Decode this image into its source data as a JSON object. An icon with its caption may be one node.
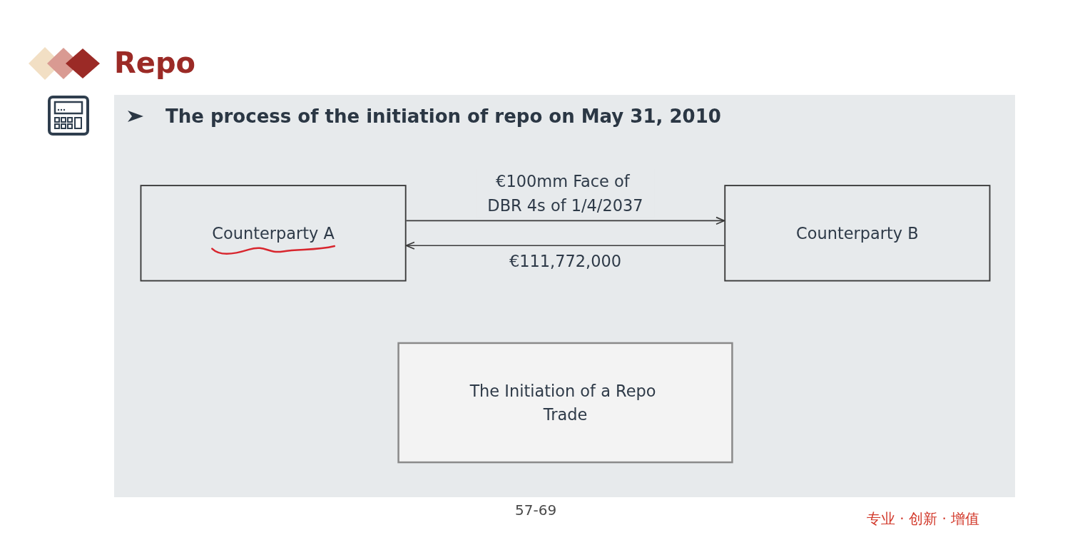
{
  "diagram": {
    "title": "Repo",
    "nodes": [
      {
        "text": [
          "Counterparty A"
        ]
      },
      {
        "text": [
          "Counterparty B"
        ]
      },
      {
        "text": [
          "The Initiation of a Repo Trade"
        ]
      }
    ],
    "edges": [
      {
        "from": 0,
        "to": 1,
        "arrow": "to",
        "label": "€100mm Face of DBR 4s of 1/4/2037"
      },
      {
        "from": 1,
        "to": 0,
        "arrow": "to",
        "label": "€111,772,000"
      }
    ],
    "labels": [
      "The process of the initiation of repo on May 31, 2010",
      "57-69",
      "专业 · 创新 · 增值"
    ]
  }
}
